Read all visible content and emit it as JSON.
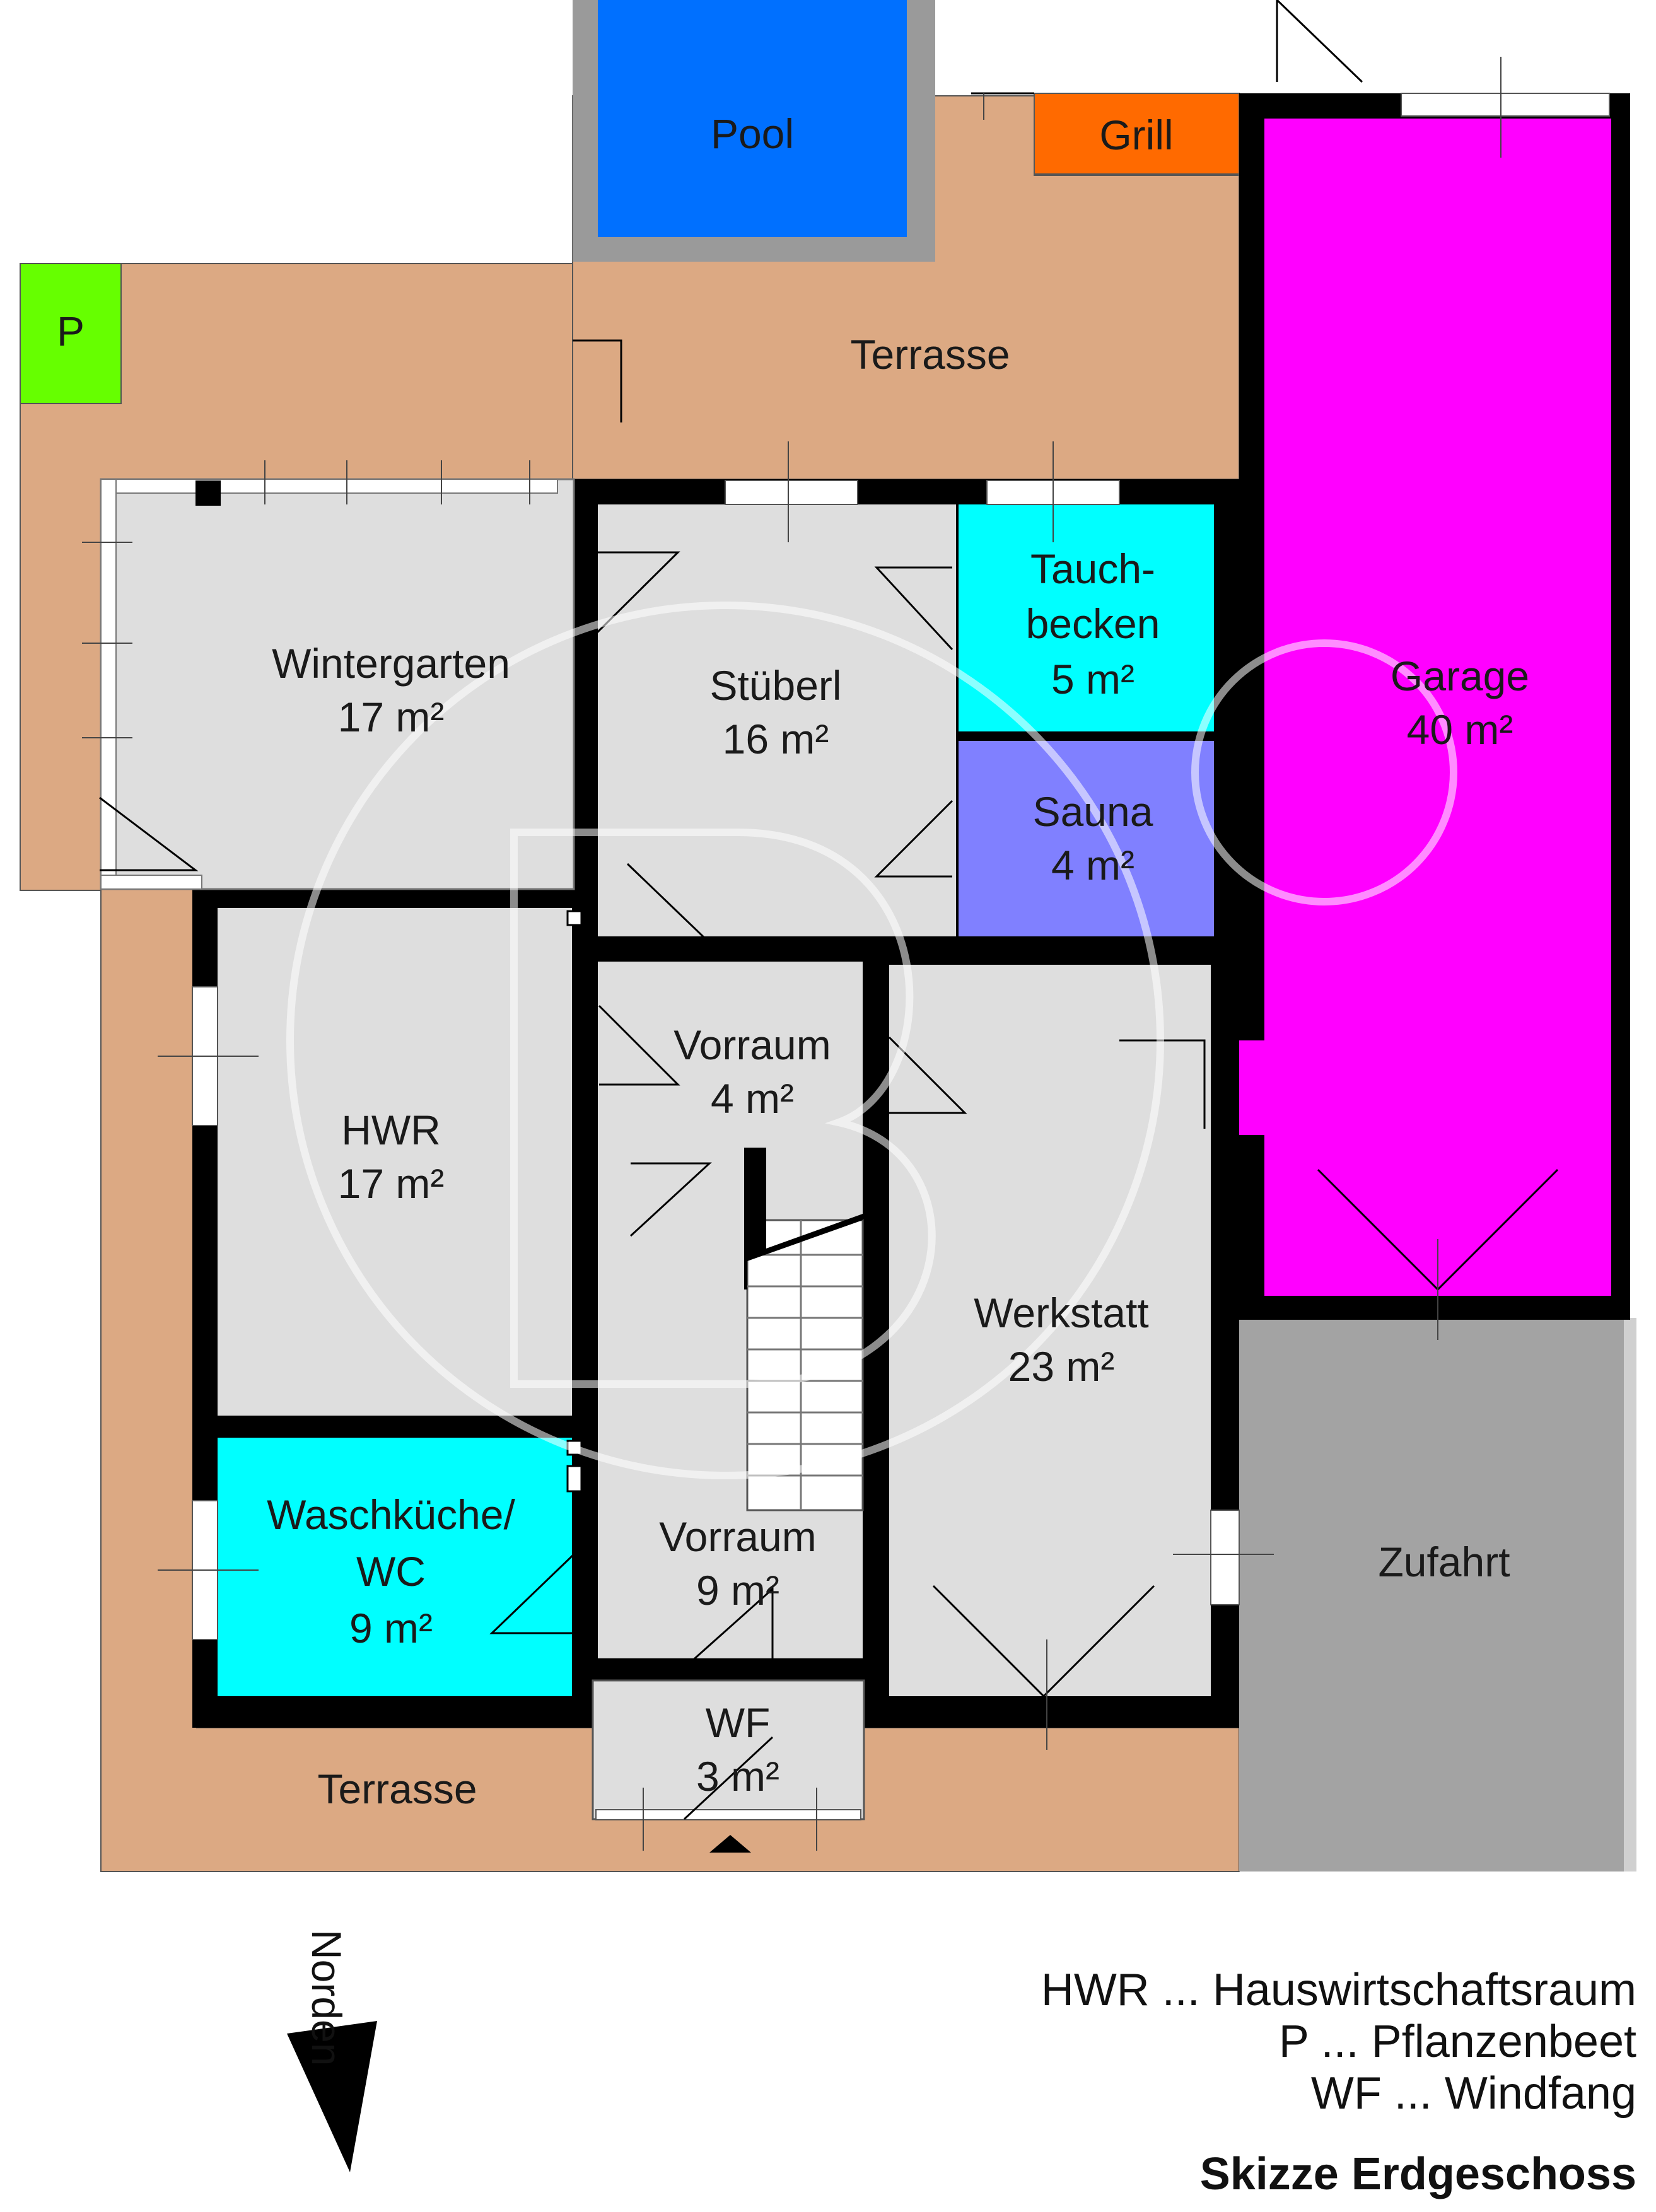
{
  "rooms": {
    "pool": "Pool",
    "grill": "Grill",
    "plant_bed": "P",
    "terrace_top": "Terrasse",
    "terrace_bottom": "Terrasse",
    "wintergarten": {
      "name": "Wintergarten",
      "area": "17 m²"
    },
    "stueberl": {
      "name": "Stüberl",
      "area": "16 m²"
    },
    "tauchbecken": {
      "name_line1": "Tauch-",
      "name_line2": "becken",
      "area": "5 m²"
    },
    "sauna": {
      "name": "Sauna",
      "area": "4 m²"
    },
    "garage": {
      "name": "Garage",
      "area": "40 m²"
    },
    "hwr": {
      "name": "HWR",
      "area": "17 m²"
    },
    "vorraum_upper": {
      "name": "Vorraum",
      "area": "4 m²"
    },
    "vorraum_lower": {
      "name": "Vorraum",
      "area": "9 m²"
    },
    "werkstatt": {
      "name": "Werkstatt",
      "area": "23 m²"
    },
    "waschkueche": {
      "name_line1": "Waschküche/",
      "name_line2": "WC",
      "area": "9 m²"
    },
    "zufahrt": "Zufahrt",
    "wf": {
      "name": "WF",
      "area": "3 m²"
    }
  },
  "north_label": "Norden",
  "legend": [
    "HWR ... Hauswirtschaftsraum",
    "P ... Pflanzenbeet",
    "WF ... Windfang"
  ],
  "title": "Skizze Erdgeschoss",
  "colors": {
    "terrace": "#dca983",
    "pool": "#0070ff",
    "pool_border": "#9a9a9a",
    "grill": "#ff6a00",
    "plant_bed": "#66ff00",
    "room_grey": "#dedede",
    "tauchbecken": "#00ffff",
    "sauna": "#8080ff",
    "garage": "#ff00ff",
    "zufahrt": "#a3a3a3",
    "wall": "#000000"
  }
}
